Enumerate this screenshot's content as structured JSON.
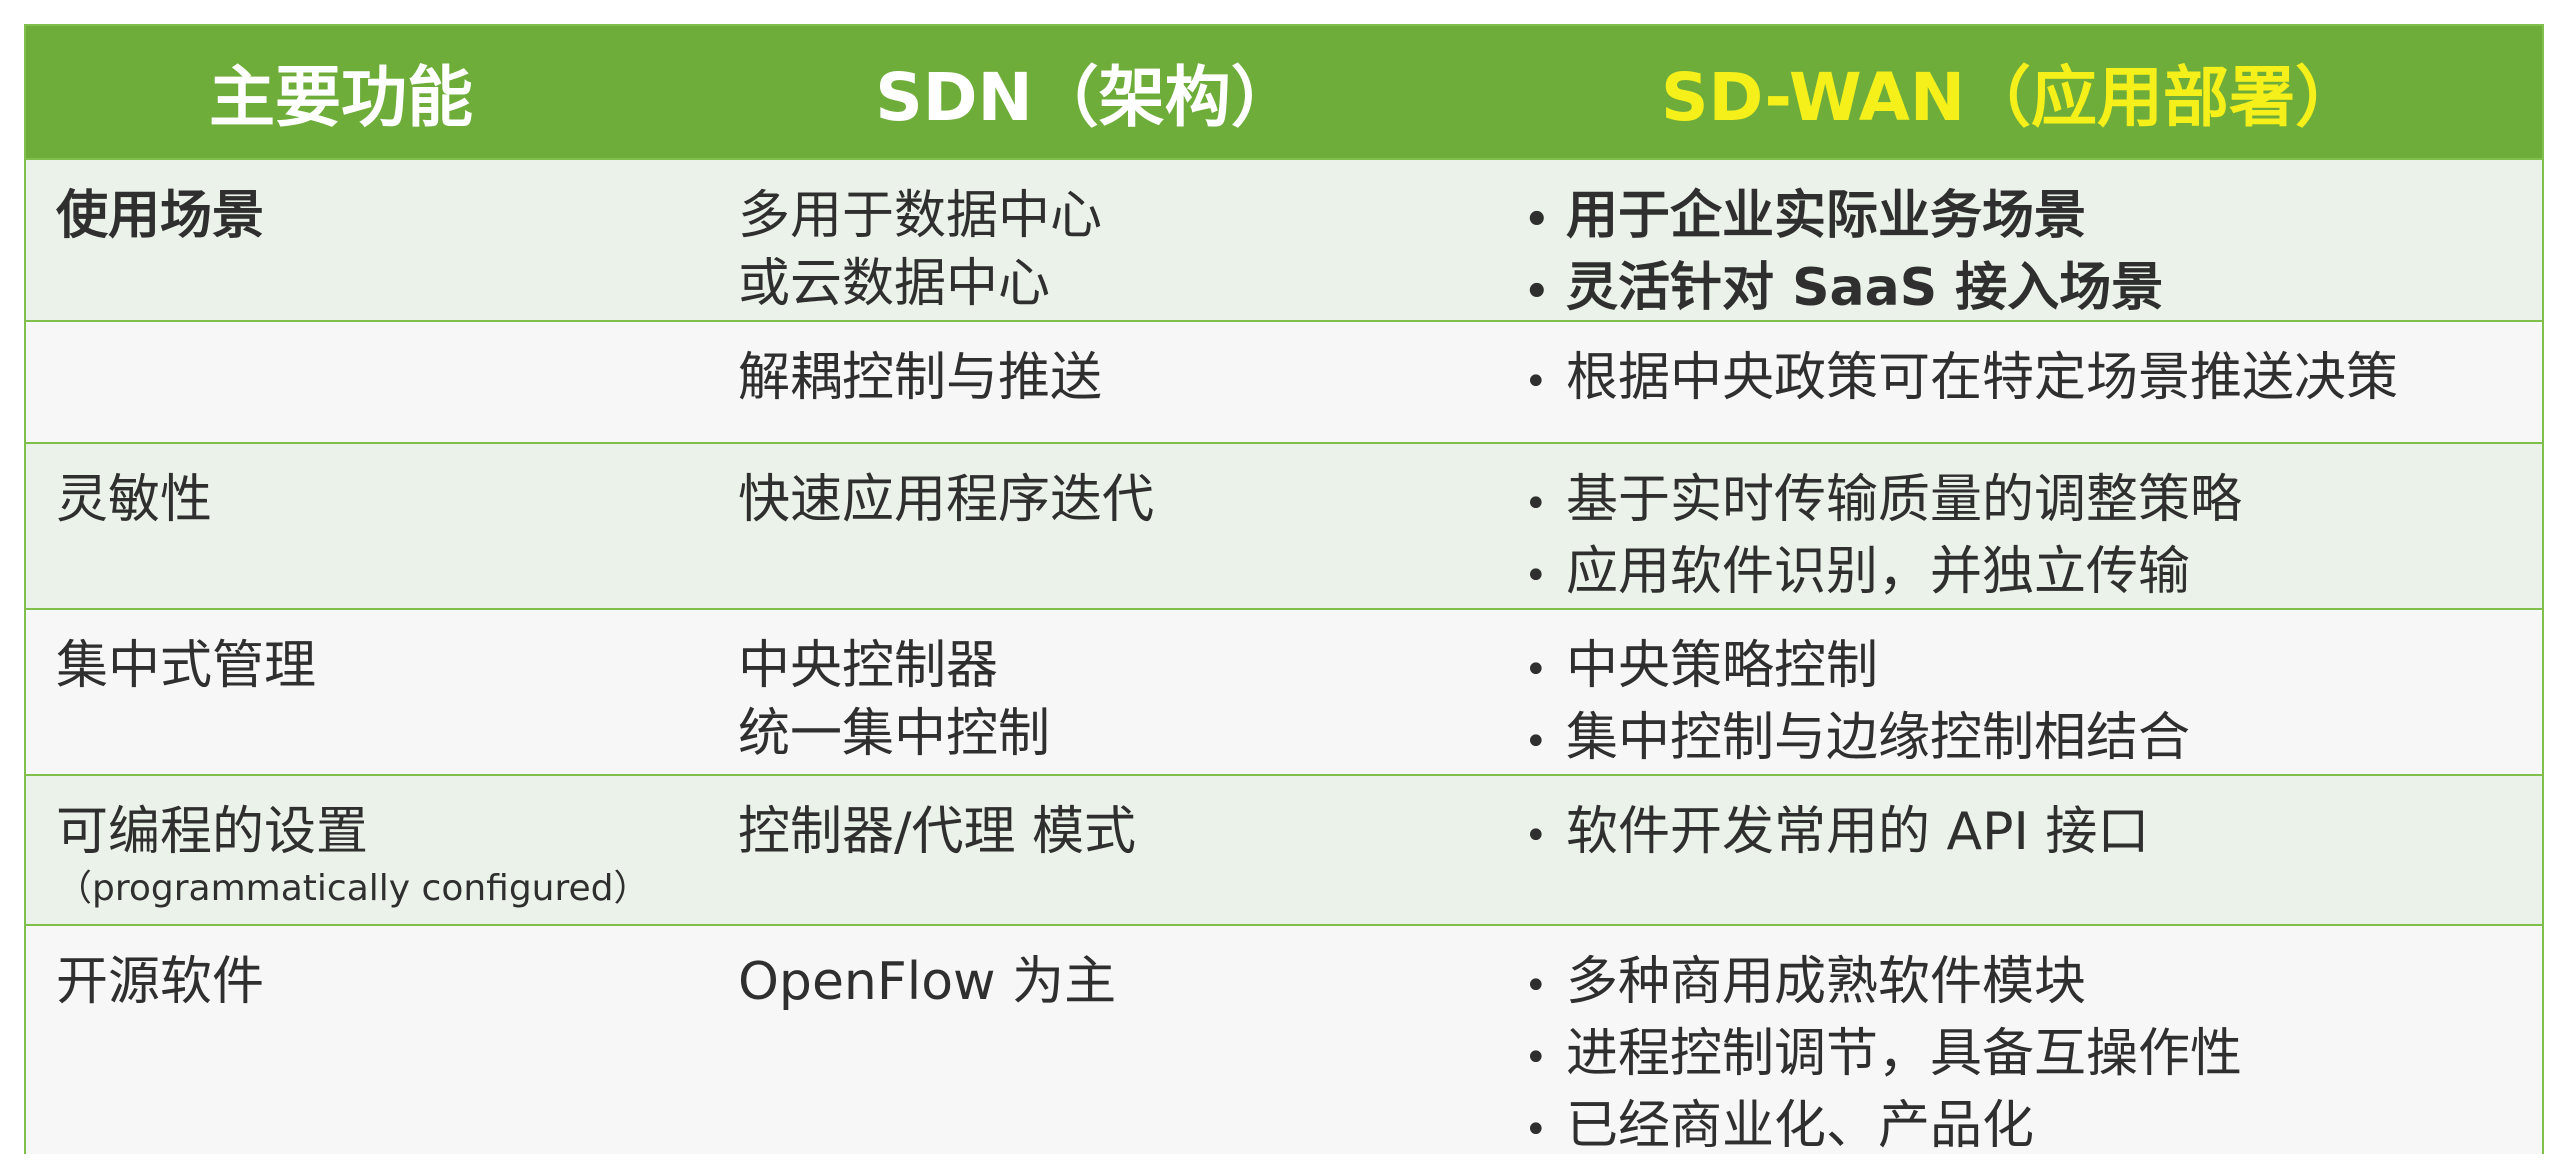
{
  "header": {
    "col1": "主要功能",
    "col2": "SDN（架构）",
    "col3": "SD-WAN（应用部署）"
  },
  "rows": [
    {
      "feature": [
        "使用场景"
      ],
      "feature_note": "",
      "sdn": [
        "多用于数据中心",
        "或云数据中心"
      ],
      "sdwan": [
        "用于企业实际业务场景",
        "灵活针对 SaaS 接入场景"
      ]
    },
    {
      "feature": [
        ""
      ],
      "feature_note": "",
      "sdn": [
        "解耦控制与推送"
      ],
      "sdwan": [
        "根据中央政策可在特定场景推送决策"
      ]
    },
    {
      "feature": [
        "灵敏性"
      ],
      "feature_note": "",
      "sdn": [
        "快速应用程序迭代"
      ],
      "sdwan": [
        "基于实时传输质量的调整策略",
        "应用软件识别，并独立传输"
      ]
    },
    {
      "feature": [
        "集中式管理"
      ],
      "feature_note": "",
      "sdn": [
        "中央控制器",
        "统一集中控制"
      ],
      "sdwan": [
        "中央策略控制",
        "集中控制与边缘控制相结合"
      ]
    },
    {
      "feature": [
        "可编程的设置"
      ],
      "feature_note": "（programmatically configured）",
      "sdn": [
        "控制器/代理 模式"
      ],
      "sdwan": [
        "软件开发常用的 API 接口"
      ]
    },
    {
      "feature": [
        "开源软件"
      ],
      "feature_note": "",
      "sdn": [
        "OpenFlow 为主"
      ],
      "sdwan": [
        "多种商用成熟软件模块",
        "进程控制调节，具备互操作性",
        "已经商业化、产品化"
      ]
    }
  ],
  "bullet_char": "•",
  "colors": {
    "header_bg": "#6fad3a",
    "header_highlight": "#f6f01a",
    "row_odd": "#ebf2e9",
    "row_even": "#f7f7f7",
    "border": "#7fbf4b"
  }
}
